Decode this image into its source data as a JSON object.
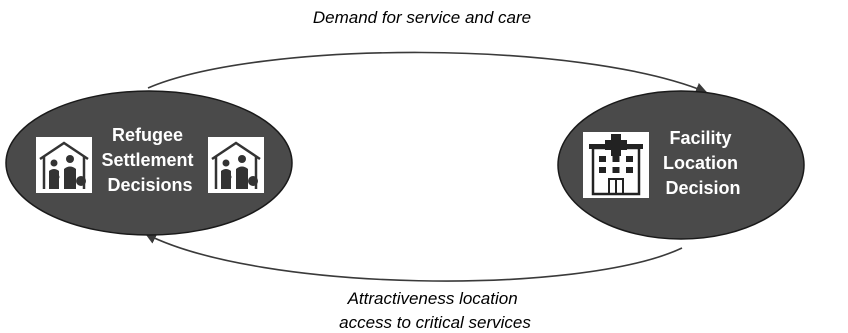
{
  "top_arrow_label": "Demand for service and care",
  "bottom_arrow_label": [
    "Attractiveness location",
    "access to critical services"
  ],
  "left_node": {
    "label": [
      "Refugee",
      "Settlement",
      "Decisions"
    ],
    "icon": "refugee-family-shelter-icon"
  },
  "right_node": {
    "label": [
      "Facility",
      "Location",
      "Decision"
    ],
    "icon": "hospital-building-icon"
  },
  "colors": {
    "node_fill": "#4a4a4a",
    "node_stroke": "#1a1a1a",
    "node_text": "#ffffff",
    "arrow": "#3a3a3a",
    "label_text": "#000000"
  }
}
